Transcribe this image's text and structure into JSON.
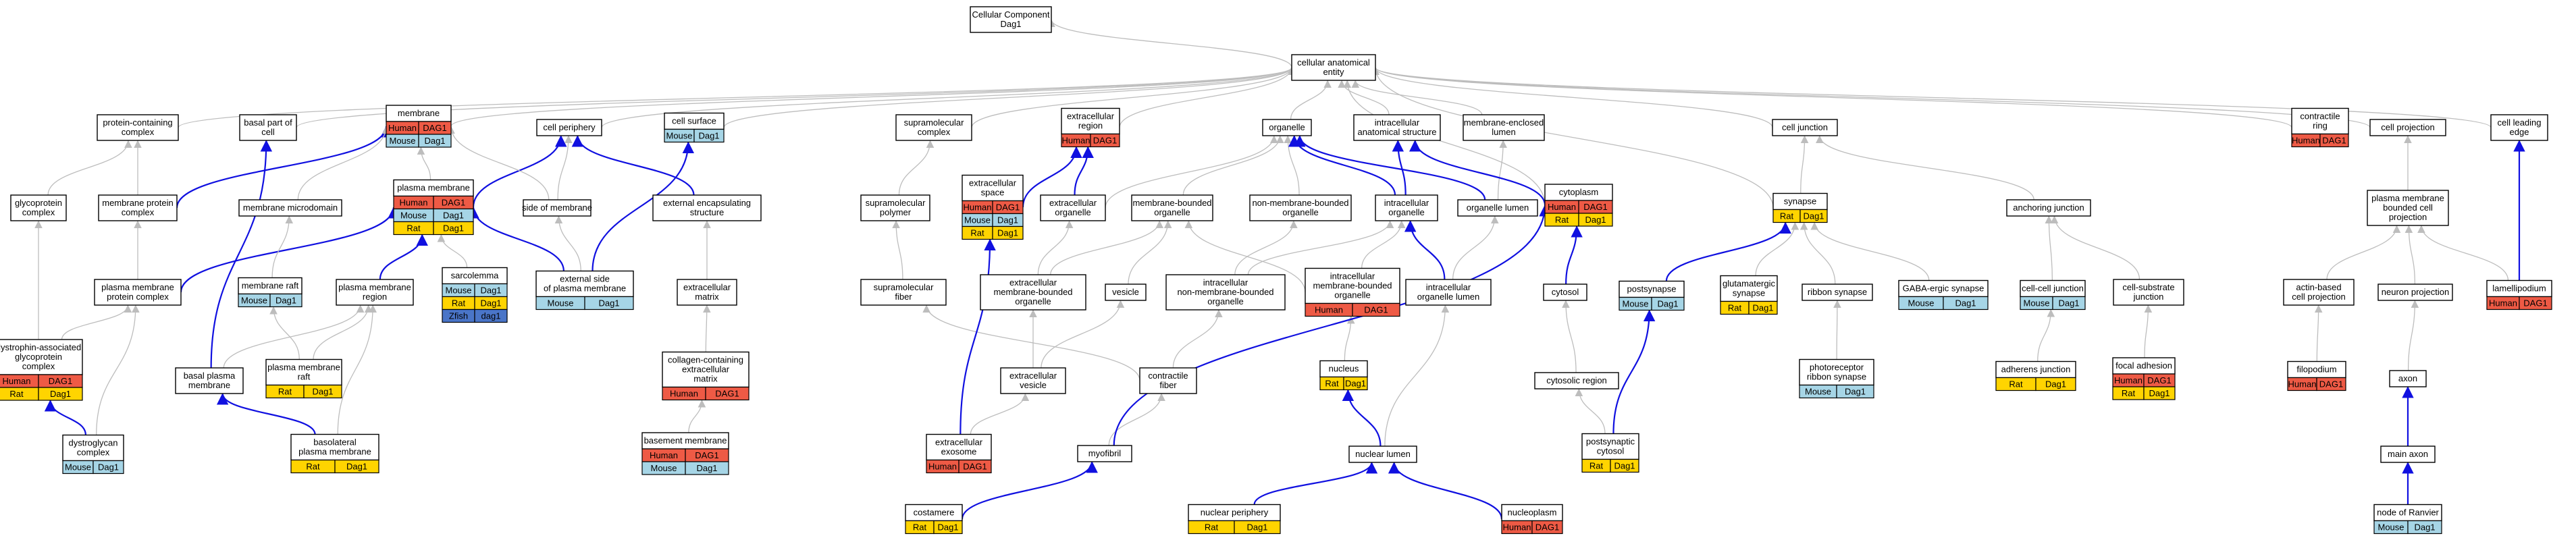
{
  "colors": {
    "Human": "#EE5A45",
    "Mouse": "#A6D5E6",
    "Rat": "#FFD400",
    "Zfish": "#4A75C8",
    "gray_edge": "#BDBDBD",
    "blue_edge": "#1010E0"
  },
  "nodes": [
    {
      "id": "cc",
      "lines": [
        "Cellular Component",
        "Dag1"
      ],
      "rows": []
    },
    {
      "id": "cae",
      "lines": [
        "cellular anatomical",
        "entity"
      ],
      "rows": []
    },
    {
      "id": "pcc",
      "lines": [
        "protein-containing",
        "complex"
      ],
      "rows": []
    },
    {
      "id": "bpc",
      "lines": [
        "basal part of",
        "cell"
      ],
      "rows": []
    },
    {
      "id": "mem",
      "lines": [
        "membrane"
      ],
      "rows": [
        [
          "Human",
          "DAG1"
        ],
        [
          "Mouse",
          "Dag1"
        ]
      ]
    },
    {
      "id": "cper",
      "lines": [
        "cell periphery"
      ],
      "rows": []
    },
    {
      "id": "csurf",
      "lines": [
        "cell surface"
      ],
      "rows": [
        [
          "Mouse",
          "Dag1"
        ]
      ]
    },
    {
      "id": "smc",
      "lines": [
        "supramolecular",
        "complex"
      ],
      "rows": []
    },
    {
      "id": "exr",
      "lines": [
        "extracellular",
        "region"
      ],
      "rows": [
        [
          "Human",
          "DAG1"
        ]
      ]
    },
    {
      "id": "org",
      "lines": [
        "organelle"
      ],
      "rows": []
    },
    {
      "id": "ias",
      "lines": [
        "intracellular",
        "anatomical structure"
      ],
      "rows": []
    },
    {
      "id": "mel",
      "lines": [
        "membrane-enclosed",
        "lumen"
      ],
      "rows": []
    },
    {
      "id": "cj",
      "lines": [
        "cell junction"
      ],
      "rows": []
    },
    {
      "id": "cring",
      "lines": [
        "contractile",
        "ring"
      ],
      "rows": [
        [
          "Human",
          "DAG1"
        ]
      ]
    },
    {
      "id": "cproj",
      "lines": [
        "cell projection"
      ],
      "rows": []
    },
    {
      "id": "cle",
      "lines": [
        "cell leading",
        "edge"
      ],
      "rows": []
    },
    {
      "id": "gc",
      "lines": [
        "glycoprotein",
        "complex"
      ],
      "rows": []
    },
    {
      "id": "mpc",
      "lines": [
        "membrane protein",
        "complex"
      ],
      "rows": []
    },
    {
      "id": "mmd",
      "lines": [
        "membrane microdomain"
      ],
      "rows": []
    },
    {
      "id": "pm",
      "lines": [
        "plasma membrane"
      ],
      "rows": [
        [
          "Human",
          "DAG1"
        ],
        [
          "Mouse",
          "Dag1"
        ],
        [
          "Rat",
          "Dag1"
        ]
      ]
    },
    {
      "id": "som",
      "lines": [
        "side of membrane"
      ],
      "rows": []
    },
    {
      "id": "ees",
      "lines": [
        "external encapsulating",
        "structure"
      ],
      "rows": []
    },
    {
      "id": "smp",
      "lines": [
        "supramolecular",
        "polymer"
      ],
      "rows": []
    },
    {
      "id": "exs",
      "lines": [
        "extracellular",
        "space"
      ],
      "rows": [
        [
          "Human",
          "DAG1"
        ],
        [
          "Mouse",
          "Dag1"
        ],
        [
          "Rat",
          "Dag1"
        ]
      ]
    },
    {
      "id": "exo",
      "lines": [
        "extracellular",
        "organelle"
      ],
      "rows": []
    },
    {
      "id": "mbo",
      "lines": [
        "membrane-bounded",
        "organelle"
      ],
      "rows": []
    },
    {
      "id": "nmbo",
      "lines": [
        "non-membrane-bounded",
        "organelle"
      ],
      "rows": []
    },
    {
      "id": "io",
      "lines": [
        "intracellular",
        "organelle"
      ],
      "rows": []
    },
    {
      "id": "olum",
      "lines": [
        "organelle lumen"
      ],
      "rows": []
    },
    {
      "id": "cyto",
      "lines": [
        "cytoplasm"
      ],
      "rows": [
        [
          "Human",
          "DAG1"
        ],
        [
          "Rat",
          "Dag1"
        ]
      ]
    },
    {
      "id": "syn",
      "lines": [
        "synapse"
      ],
      "rows": [
        [
          "Rat",
          "Dag1"
        ]
      ]
    },
    {
      "id": "aj",
      "lines": [
        "anchoring junction"
      ],
      "rows": []
    },
    {
      "id": "pmbcp",
      "lines": [
        "plasma membrane",
        "bounded cell",
        "projection"
      ],
      "rows": []
    },
    {
      "id": "dagc",
      "lines": [
        "dystrophin-associated",
        "glycoprotein",
        "complex"
      ],
      "rows": [
        [
          "Human",
          "DAG1"
        ],
        [
          "Rat",
          "Dag1"
        ]
      ]
    },
    {
      "id": "pmpc",
      "lines": [
        "plasma membrane",
        "protein complex"
      ],
      "rows": []
    },
    {
      "id": "mraft",
      "lines": [
        "membrane raft"
      ],
      "rows": [
        [
          "Mouse",
          "Dag1"
        ]
      ]
    },
    {
      "id": "pmr",
      "lines": [
        "plasma membrane",
        "region"
      ],
      "rows": []
    },
    {
      "id": "sarco",
      "lines": [
        "sarcolemma"
      ],
      "rows": [
        [
          "Mouse",
          "Dag1"
        ],
        [
          "Rat",
          "Dag1"
        ],
        [
          "Zfish",
          "dag1"
        ]
      ]
    },
    {
      "id": "espm",
      "lines": [
        "external side",
        "of plasma membrane"
      ],
      "rows": [
        [
          "Mouse",
          "Dag1"
        ]
      ]
    },
    {
      "id": "exm",
      "lines": [
        "extracellular",
        "matrix"
      ],
      "rows": []
    },
    {
      "id": "smf",
      "lines": [
        "supramolecular",
        "fiber"
      ],
      "rows": []
    },
    {
      "id": "exmbo",
      "lines": [
        "extracellular",
        "membrane-bounded",
        "organelle"
      ],
      "rows": []
    },
    {
      "id": "ves",
      "lines": [
        "vesicle"
      ],
      "rows": []
    },
    {
      "id": "imbo",
      "lines": [
        "intracellular",
        "non-membrane-bounded",
        "organelle"
      ],
      "rows": []
    },
    {
      "id": "imbo2",
      "lines": [
        "intracellular",
        "membrane-bounded",
        "organelle"
      ],
      "rows": [
        [
          "Human",
          "DAG1"
        ]
      ]
    },
    {
      "id": "iol",
      "lines": [
        "intracellular",
        "organelle lumen"
      ],
      "rows": []
    },
    {
      "id": "cytosol",
      "lines": [
        "cytosol"
      ],
      "rows": []
    },
    {
      "id": "psyn",
      "lines": [
        "postsynapse"
      ],
      "rows": [
        [
          "Mouse",
          "Dag1"
        ]
      ]
    },
    {
      "id": "gsyn",
      "lines": [
        "glutamatergic",
        "synapse"
      ],
      "rows": [
        [
          "Rat",
          "Dag1"
        ]
      ]
    },
    {
      "id": "rsyn",
      "lines": [
        "ribbon synapse"
      ],
      "rows": []
    },
    {
      "id": "gaba",
      "lines": [
        "GABA-ergic synapse"
      ],
      "rows": [
        [
          "Mouse",
          "Dag1"
        ]
      ]
    },
    {
      "id": "ccj",
      "lines": [
        "cell-cell junction"
      ],
      "rows": [
        [
          "Mouse",
          "Dag1"
        ]
      ]
    },
    {
      "id": "csj",
      "lines": [
        "cell-substrate",
        "junction"
      ],
      "rows": []
    },
    {
      "id": "abcp",
      "lines": [
        "actin-based",
        "cell projection"
      ],
      "rows": []
    },
    {
      "id": "np",
      "lines": [
        "neuron projection"
      ],
      "rows": []
    },
    {
      "id": "lam",
      "lines": [
        "lamellipodium"
      ],
      "rows": [
        [
          "Human",
          "DAG1"
        ]
      ]
    },
    {
      "id": "dgc",
      "lines": [
        "dystroglycan",
        "complex"
      ],
      "rows": [
        [
          "Mouse",
          "Dag1"
        ]
      ]
    },
    {
      "id": "bpm",
      "lines": [
        "basal plasma",
        "membrane"
      ],
      "rows": []
    },
    {
      "id": "pmraft",
      "lines": [
        "plasma membrane",
        "raft"
      ],
      "rows": [
        [
          "Rat",
          "Dag1"
        ]
      ]
    },
    {
      "id": "bpm2",
      "lines": [
        "basolateral",
        "plasma membrane"
      ],
      "rows": [
        [
          "Rat",
          "Dag1"
        ]
      ]
    },
    {
      "id": "ccem",
      "lines": [
        "collagen-containing",
        "extracellular",
        "matrix"
      ],
      "rows": [
        [
          "Human",
          "DAG1"
        ]
      ]
    },
    {
      "id": "bm",
      "lines": [
        "basement membrane"
      ],
      "rows": [
        [
          "Human",
          "DAG1"
        ],
        [
          "Mouse",
          "Dag1"
        ]
      ]
    },
    {
      "id": "exv",
      "lines": [
        "extracellular",
        "vesicle"
      ],
      "rows": []
    },
    {
      "id": "cf",
      "lines": [
        "contractile",
        "fiber"
      ],
      "rows": []
    },
    {
      "id": "nuc",
      "lines": [
        "nucleus"
      ],
      "rows": [
        [
          "Rat",
          "Dag1"
        ]
      ]
    },
    {
      "id": "cytr",
      "lines": [
        "cytosolic region"
      ],
      "rows": []
    },
    {
      "id": "prs",
      "lines": [
        "photoreceptor",
        "ribbon synapse"
      ],
      "rows": [
        [
          "Mouse",
          "Dag1"
        ]
      ]
    },
    {
      "id": "adj",
      "lines": [
        "adherens junction"
      ],
      "rows": [
        [
          "Rat",
          "Dag1"
        ]
      ]
    },
    {
      "id": "fa",
      "lines": [
        "focal adhesion"
      ],
      "rows": [
        [
          "Human",
          "DAG1"
        ],
        [
          "Rat",
          "Dag1"
        ]
      ]
    },
    {
      "id": "filo",
      "lines": [
        "filopodium"
      ],
      "rows": [
        [
          "Human",
          "DAG1"
        ]
      ]
    },
    {
      "id": "axon",
      "lines": [
        "axon"
      ],
      "rows": []
    },
    {
      "id": "exexo",
      "lines": [
        "extracellular",
        "exosome"
      ],
      "rows": [
        [
          "Human",
          "DAG1"
        ]
      ]
    },
    {
      "id": "myo",
      "lines": [
        "myofibril"
      ],
      "rows": []
    },
    {
      "id": "pcyt",
      "lines": [
        "postsynaptic",
        "cytosol"
      ],
      "rows": [
        [
          "Rat",
          "Dag1"
        ]
      ]
    },
    {
      "id": "nlum",
      "lines": [
        "nuclear lumen"
      ],
      "rows": []
    },
    {
      "id": "maxon",
      "lines": [
        "main axon"
      ],
      "rows": []
    },
    {
      "id": "cost",
      "lines": [
        "costamere"
      ],
      "rows": [
        [
          "Rat",
          "Dag1"
        ]
      ]
    },
    {
      "id": "nper",
      "lines": [
        "nuclear periphery"
      ],
      "rows": [
        [
          "Rat",
          "Dag1"
        ]
      ]
    },
    {
      "id": "nucp",
      "lines": [
        "nucleoplasm"
      ],
      "rows": [
        [
          "Human",
          "DAG1"
        ]
      ]
    },
    {
      "id": "nor",
      "lines": [
        "node of Ranvier"
      ],
      "rows": [
        [
          "Mouse",
          "Dag1"
        ]
      ]
    }
  ],
  "edges": [
    {
      "from": "cae",
      "to": "cc",
      "blue": false
    },
    {
      "from": "pcc",
      "to": "cae",
      "blue": false
    },
    {
      "from": "bpc",
      "to": "cae",
      "blue": false
    },
    {
      "from": "mem",
      "to": "cae",
      "blue": false
    },
    {
      "from": "cper",
      "to": "cae",
      "blue": false
    },
    {
      "from": "csurf",
      "to": "cae",
      "blue": false
    },
    {
      "from": "smc",
      "to": "cae",
      "blue": false
    },
    {
      "from": "exr",
      "to": "cae",
      "blue": false
    },
    {
      "from": "org",
      "to": "cae",
      "blue": false
    },
    {
      "from": "ias",
      "to": "cae",
      "blue": false
    },
    {
      "from": "mel",
      "to": "cae",
      "blue": false
    },
    {
      "from": "cj",
      "to": "cae",
      "blue": false
    },
    {
      "from": "cring",
      "to": "cae",
      "blue": false
    },
    {
      "from": "cproj",
      "to": "cae",
      "blue": false
    },
    {
      "from": "cle",
      "to": "cae",
      "blue": false
    },
    {
      "from": "cyto",
      "to": "cae",
      "blue": false
    },
    {
      "from": "syn",
      "to": "cae",
      "blue": false
    },
    {
      "from": "gc",
      "to": "pcc",
      "blue": false
    },
    {
      "from": "mpc",
      "to": "pcc",
      "blue": false
    },
    {
      "from": "mpc",
      "to": "mem",
      "blue": true
    },
    {
      "from": "mmd",
      "to": "mem",
      "blue": false
    },
    {
      "from": "pm",
      "to": "mem",
      "blue": false
    },
    {
      "from": "pm",
      "to": "cper",
      "blue": true
    },
    {
      "from": "som",
      "to": "mem",
      "blue": false
    },
    {
      "from": "som",
      "to": "cper",
      "blue": false
    },
    {
      "from": "ees",
      "to": "cper",
      "blue": true
    },
    {
      "from": "smp",
      "to": "smc",
      "blue": false
    },
    {
      "from": "exs",
      "to": "exr",
      "blue": true
    },
    {
      "from": "exo",
      "to": "exr",
      "blue": true
    },
    {
      "from": "exo",
      "to": "org",
      "blue": false
    },
    {
      "from": "mbo",
      "to": "org",
      "blue": false
    },
    {
      "from": "nmbo",
      "to": "org",
      "blue": false
    },
    {
      "from": "io",
      "to": "org",
      "blue": true
    },
    {
      "from": "io",
      "to": "ias",
      "blue": true
    },
    {
      "from": "olum",
      "to": "org",
      "blue": true
    },
    {
      "from": "olum",
      "to": "mel",
      "blue": false
    },
    {
      "from": "cyto",
      "to": "ias",
      "blue": true
    },
    {
      "from": "syn",
      "to": "cj",
      "blue": false
    },
    {
      "from": "aj",
      "to": "cj",
      "blue": false
    },
    {
      "from": "pmbcp",
      "to": "cproj",
      "blue": false
    },
    {
      "from": "dagc",
      "to": "gc",
      "blue": false
    },
    {
      "from": "dagc",
      "to": "pmpc",
      "blue": false
    },
    {
      "from": "pmpc",
      "to": "mpc",
      "blue": false
    },
    {
      "from": "pmpc",
      "to": "pm",
      "blue": true
    },
    {
      "from": "mraft",
      "to": "mmd",
      "blue": false
    },
    {
      "from": "pmr",
      "to": "pm",
      "blue": true
    },
    {
      "from": "sarco",
      "to": "pm",
      "blue": false
    },
    {
      "from": "espm",
      "to": "som",
      "blue": false
    },
    {
      "from": "espm",
      "to": "pm",
      "blue": true
    },
    {
      "from": "espm",
      "to": "csurf",
      "blue": true
    },
    {
      "from": "exm",
      "to": "ees",
      "blue": false
    },
    {
      "from": "smf",
      "to": "smp",
      "blue": false
    },
    {
      "from": "exmbo",
      "to": "exo",
      "blue": false
    },
    {
      "from": "exmbo",
      "to": "mbo",
      "blue": false
    },
    {
      "from": "ves",
      "to": "mbo",
      "blue": false
    },
    {
      "from": "imbo",
      "to": "nmbo",
      "blue": false
    },
    {
      "from": "imbo",
      "to": "io",
      "blue": false
    },
    {
      "from": "imbo2",
      "to": "mbo",
      "blue": false
    },
    {
      "from": "imbo2",
      "to": "io",
      "blue": false
    },
    {
      "from": "iol",
      "to": "io",
      "blue": true
    },
    {
      "from": "iol",
      "to": "olum",
      "blue": false
    },
    {
      "from": "cytosol",
      "to": "cyto",
      "blue": true
    },
    {
      "from": "psyn",
      "to": "syn",
      "blue": true
    },
    {
      "from": "gsyn",
      "to": "syn",
      "blue": false
    },
    {
      "from": "rsyn",
      "to": "syn",
      "blue": false
    },
    {
      "from": "gaba",
      "to": "syn",
      "blue": false
    },
    {
      "from": "ccj",
      "to": "aj",
      "blue": false
    },
    {
      "from": "csj",
      "to": "aj",
      "blue": false
    },
    {
      "from": "abcp",
      "to": "pmbcp",
      "blue": false
    },
    {
      "from": "np",
      "to": "pmbcp",
      "blue": false
    },
    {
      "from": "lam",
      "to": "cle",
      "blue": true
    },
    {
      "from": "lam",
      "to": "pmbcp",
      "blue": false
    },
    {
      "from": "dgc",
      "to": "dagc",
      "blue": true
    },
    {
      "from": "dgc",
      "to": "pmpc",
      "blue": false
    },
    {
      "from": "bpm",
      "to": "bpc",
      "blue": true
    },
    {
      "from": "bpm",
      "to": "pmr",
      "blue": false
    },
    {
      "from": "pmraft",
      "to": "mraft",
      "blue": false
    },
    {
      "from": "pmraft",
      "to": "pmr",
      "blue": false
    },
    {
      "from": "bpm2",
      "to": "bpm",
      "blue": true
    },
    {
      "from": "bpm2",
      "to": "pmr",
      "blue": false
    },
    {
      "from": "ccem",
      "to": "exm",
      "blue": false
    },
    {
      "from": "bm",
      "to": "ccem",
      "blue": false
    },
    {
      "from": "exv",
      "to": "ves",
      "blue": false
    },
    {
      "from": "exv",
      "to": "exmbo",
      "blue": false
    },
    {
      "from": "cf",
      "to": "smf",
      "blue": false
    },
    {
      "from": "cf",
      "to": "imbo",
      "blue": false
    },
    {
      "from": "nuc",
      "to": "imbo2",
      "blue": false
    },
    {
      "from": "cytr",
      "to": "cytosol",
      "blue": false
    },
    {
      "from": "prs",
      "to": "rsyn",
      "blue": false
    },
    {
      "from": "adj",
      "to": "ccj",
      "blue": false
    },
    {
      "from": "fa",
      "to": "csj",
      "blue": false
    },
    {
      "from": "filo",
      "to": "abcp",
      "blue": false
    },
    {
      "from": "axon",
      "to": "np",
      "blue": false
    },
    {
      "from": "exexo",
      "to": "exs",
      "blue": true
    },
    {
      "from": "exexo",
      "to": "exv",
      "blue": false
    },
    {
      "from": "myo",
      "to": "cf",
      "blue": false
    },
    {
      "from": "myo",
      "to": "cyto",
      "blue": true
    },
    {
      "from": "pcyt",
      "to": "psyn",
      "blue": true
    },
    {
      "from": "pcyt",
      "to": "cytr",
      "blue": false
    },
    {
      "from": "nlum",
      "to": "nuc",
      "blue": true
    },
    {
      "from": "nlum",
      "to": "iol",
      "blue": false
    },
    {
      "from": "maxon",
      "to": "axon",
      "blue": true
    },
    {
      "from": "cost",
      "to": "myo",
      "blue": true
    },
    {
      "from": "nper",
      "to": "nlum",
      "blue": true
    },
    {
      "from": "nucp",
      "to": "nlum",
      "blue": true
    },
    {
      "from": "nor",
      "to": "maxon",
      "blue": true
    }
  ]
}
